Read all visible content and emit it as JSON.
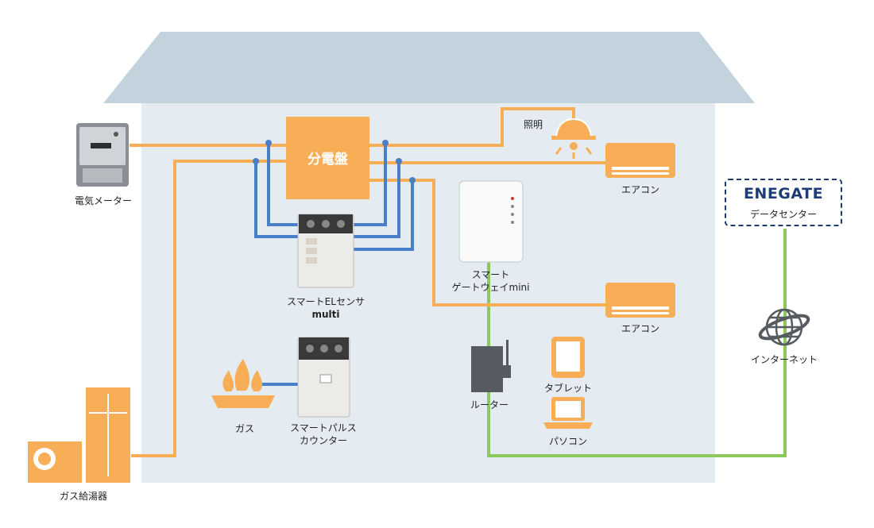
{
  "panel": {
    "label": "分電盤"
  },
  "devices": {
    "meter": "電気メーター",
    "lighting": "照明",
    "aircon_1": "エアコン",
    "aircon_2": "エアコン",
    "el_sensor": [
      "スマートELセンサ",
      "multi"
    ],
    "gateway": [
      "スマート",
      "ゲートウェイmini"
    ],
    "gas": "ガス",
    "pulse_counter": [
      "スマートパルス",
      "カウンター"
    ],
    "router": "ルーター",
    "tablet": "タブレット",
    "pc": "パソコン",
    "water_heater": "ガス給湯器",
    "internet": "インターネット"
  },
  "datacenter": {
    "logo": "ENEGATE",
    "label": "データセンター"
  },
  "colors": {
    "power_line": "#f7ae57",
    "signal_line": "#4a7fc8",
    "network_line": "#8cc85a",
    "house_wall": "#e4ecf2",
    "house_roof": "#c2d3dd",
    "datacenter_border": "#1f3a6e"
  },
  "icons": [
    "electricity-meter-icon",
    "ceiling-lamp-icon",
    "air-conditioner-icon",
    "smart-gateway-icon",
    "el-sensor-icon",
    "pulse-counter-icon",
    "gas-flame-icon",
    "router-icon",
    "tablet-icon",
    "laptop-icon",
    "gas-water-heater-icon",
    "globe-icon"
  ]
}
